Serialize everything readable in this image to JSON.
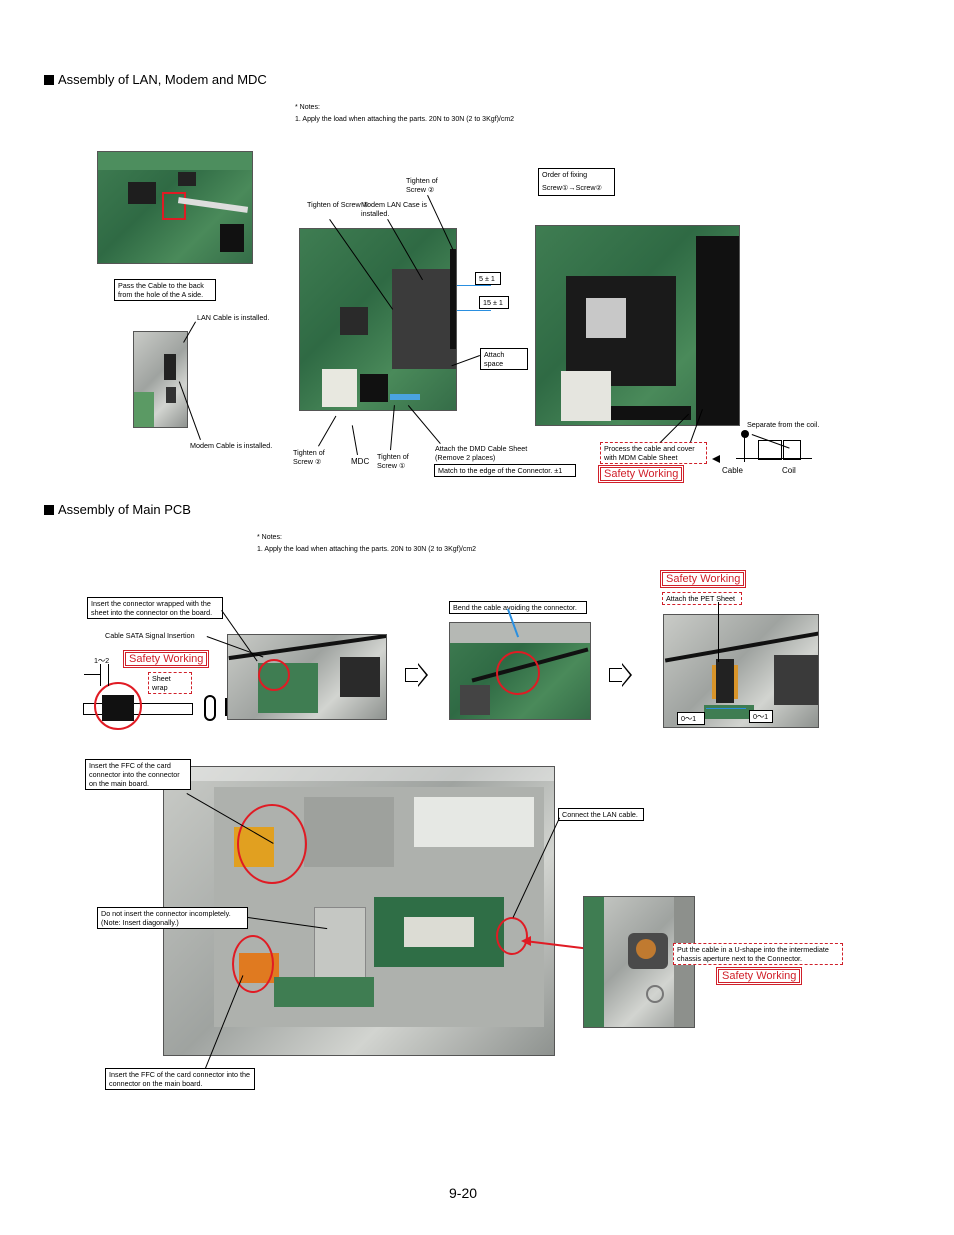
{
  "sections": {
    "lan": {
      "title": "Assembly of LAN, Modem and MDC"
    },
    "pcb": {
      "title": "Assembly of Main PCB"
    }
  },
  "notes1": {
    "header": "* Notes:",
    "line1": "1. Apply the load when attaching the parts.   20N to 30N (2 to 3Kgf)/cm2"
  },
  "notes2": {
    "header": "* Notes:",
    "line1": "1. Apply the load when attaching the parts. 20N to 30N (2 to 3Kgf)/cm2"
  },
  "labels": {
    "pass_cable": "Pass the Cable to the back from the hole of the A side.",
    "lan_cable": "LAN Cable is installed.",
    "modem_cable": "Modem Cable is installed.",
    "tighten1_top": "Tighten of Screw ①",
    "modem_case": "Modem LAN Case is installed.",
    "tighten2_top": "Tighten of Screw ②",
    "order_fix_1": "Order of fixing",
    "order_fix_2": "Screw①→Screw②",
    "dim_5": "5 ± 1",
    "dim_15": "15 ± 1",
    "attach_space": "Attach space",
    "tighten2_bot": "Tighten of Screw ②",
    "mdc": "MDC",
    "tighten1_bot": "Tighten of Screw ①",
    "attach_dmd": "Attach the DMD Cable Sheet (Remove  2 places)",
    "match_edge": "Match to the edge of the Connector. ±1",
    "process_cable": "Process the cable and cover with MDM Cable Sheet",
    "separate_coil": "Separate from the coil.",
    "cable": "Cable",
    "coil": "Coil",
    "insert_wrapped": "Insert the connector wrapped with the sheet into the connector on the board.",
    "sata_insertion": "Cable SATA Signal Insertion",
    "dim_1_2": "1～2",
    "sheet_wrap": "Sheet wrap",
    "bend_cable": "Bend the cable avoiding the connector.",
    "attach_pet": "Attach the PET Sheet",
    "dim_0_1a": "0～1",
    "dim_0_1b": "0～1",
    "insert_ffc_top": "Insert the FFC of the card connector into the connector on the main board.",
    "connect_lan": "Connect the LAN cable.",
    "do_not_insert": "Do not insert the connector incompletely. (Note: Insert diagonally.)",
    "insert_ffc_bot": "Insert the FFC of the card connector into the connector on the main board.",
    "u_shape": "Put the cable in a U-shape into the intermediate chassis aperture next to the Connector."
  },
  "safety_label": "Safety Working",
  "page_number": "9-20",
  "colors": {
    "accent": "#d0202a",
    "pcb": "#3f7d52",
    "metal": "#b4b7b3"
  }
}
